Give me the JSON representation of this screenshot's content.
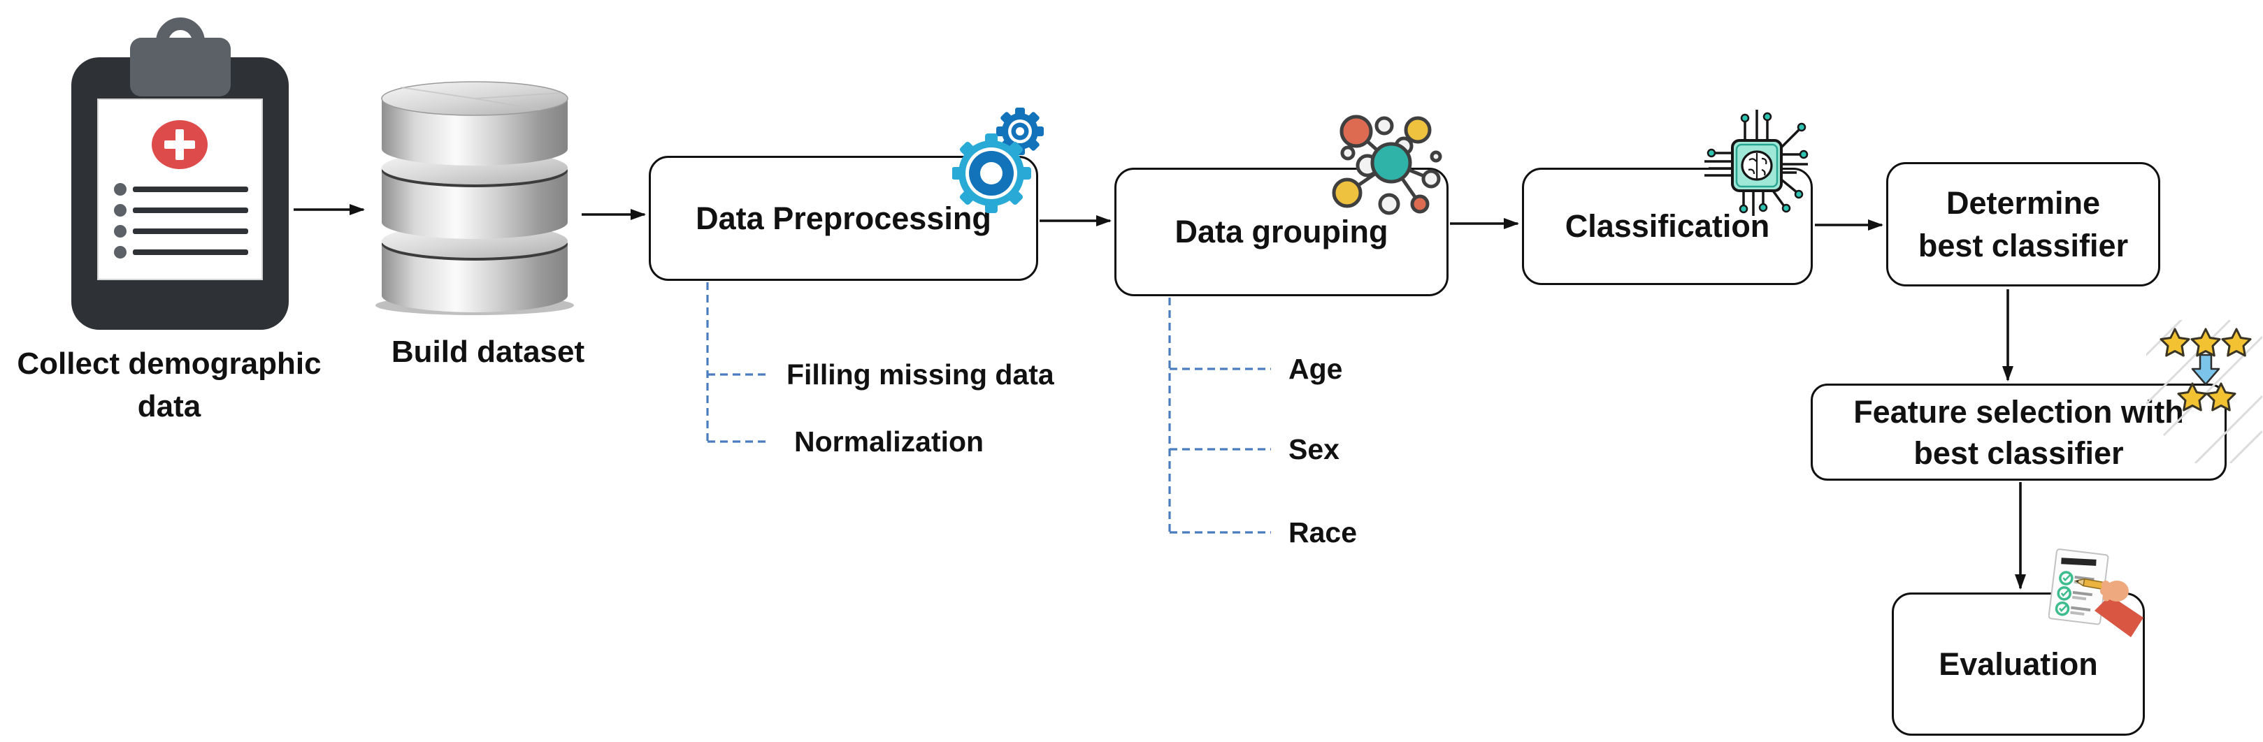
{
  "nodes": {
    "collect": {
      "line1": "Collect demographic",
      "line2": "data"
    },
    "build": {
      "label": "Build dataset"
    },
    "preprocessing": {
      "label": "Data Preprocessing",
      "subitems": [
        "Filling missing data",
        "Normalization"
      ]
    },
    "grouping": {
      "label": "Data grouping",
      "subitems": [
        "Age",
        "Sex",
        "Race"
      ]
    },
    "classification": {
      "label": "Classification"
    },
    "determine_best": {
      "line1": "Determine",
      "line2": "best classifier"
    },
    "feature_selection": {
      "line1": "Feature selection with",
      "line2": "best classifier"
    },
    "evaluation": {
      "label": "Evaluation"
    }
  },
  "icons": [
    "clipboard-medical-icon",
    "database-icon",
    "gears-icon",
    "network-nodes-icon",
    "ai-chip-icon",
    "stars-ranking-icon",
    "checklist-hand-icon"
  ],
  "colors": {
    "box_border": "#111111",
    "text": "#111111",
    "arrow_black": "#111111",
    "dash_blue": "#4a7dbf",
    "gear_light": "#29aad6",
    "gear_dark": "#1273bb",
    "molecule_teal": "#2fb3a9",
    "molecule_red": "#dd6b52",
    "molecule_yellow": "#eec23f",
    "chip_teal": "#9fe8d8",
    "chip_dot_teal": "#2fc4b2",
    "star_gold": "#f2c233",
    "star_arrow_blue": "#7cc4ea",
    "hatch_gray": "#dcdcdc",
    "clipboard_dark": "#2e3135",
    "clipboard_gray": "#5b6167",
    "clipboard_red": "#dd4b4b",
    "eval_green": "#3dbd8e",
    "eval_hand": "#efa97e",
    "eval_sleeve": "#d95643",
    "eval_pencil": "#eab23f"
  }
}
